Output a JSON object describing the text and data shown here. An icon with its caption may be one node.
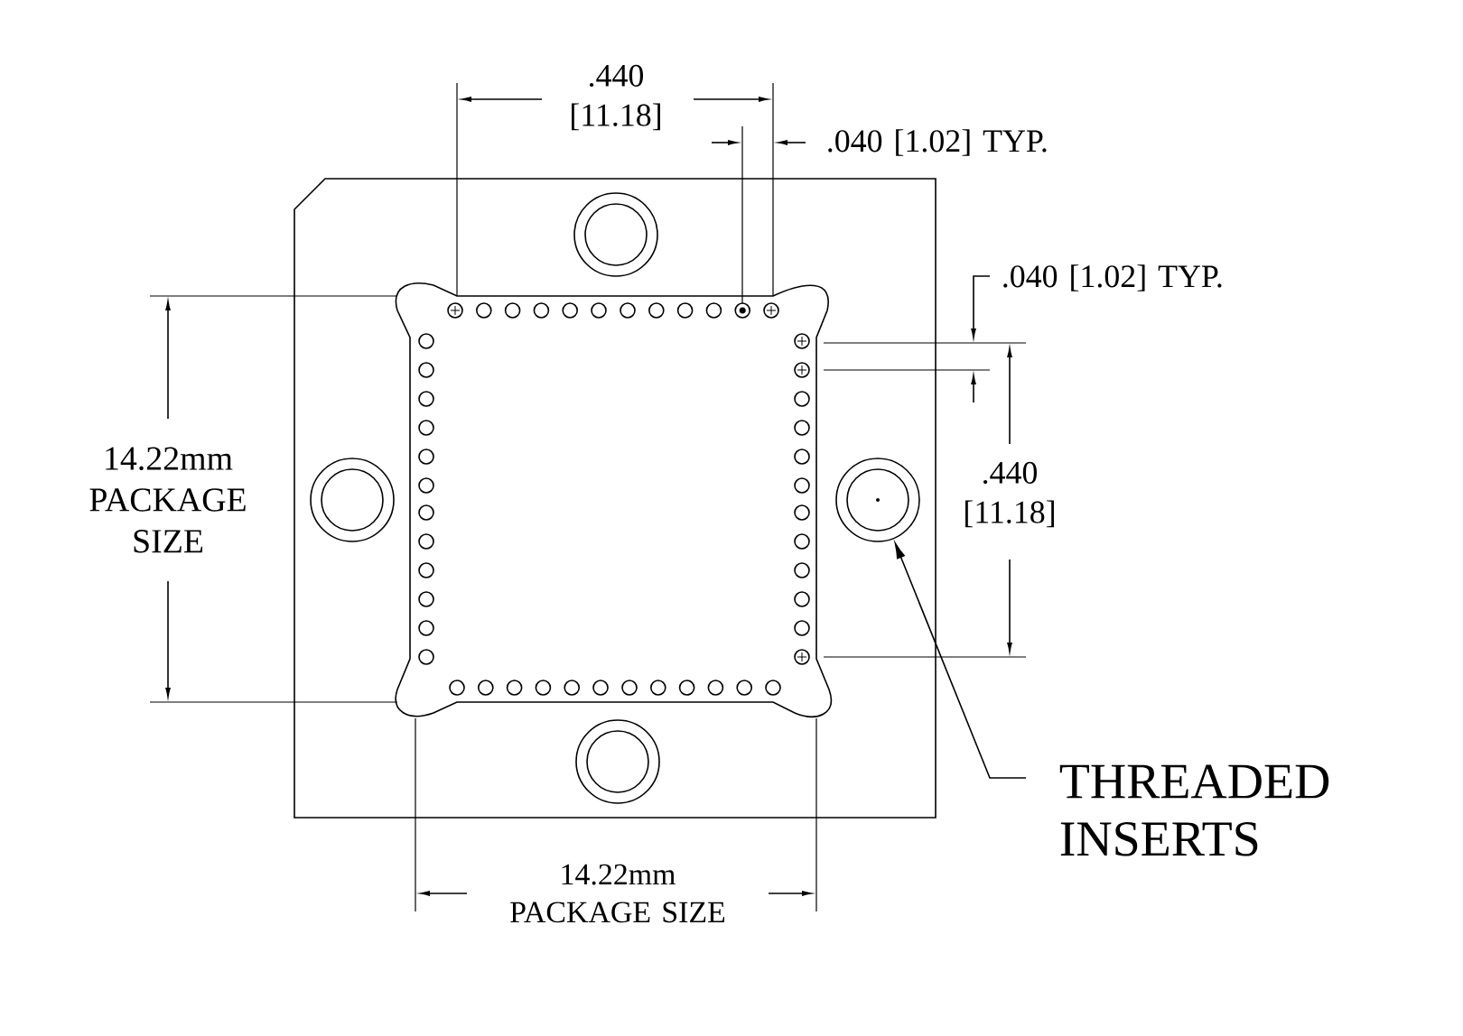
{
  "diagram": {
    "nodes": [
      {
        "text": [
          "THREADED INSERTS"
        ]
      },
      {
        "text": [],
        "shape": "circle"
      },
      {
        "text": [],
        "shape": "circle"
      },
      {
        "text": [],
        "shape": "circle"
      },
      {
        "text": [],
        "shape": "circle"
      }
    ],
    "edges": [
      {
        "from": 0,
        "to": 3,
        "arrow": "to"
      }
    ],
    "labels": [
      ".440 [11.18]",
      ".040 [1.02] TYP.",
      ".040 [1.02] TYP.",
      ".440 [11.18]",
      "14.22mm PACKAGE SIZE",
      "14.22mm PACKAGE SIZE"
    ]
  }
}
